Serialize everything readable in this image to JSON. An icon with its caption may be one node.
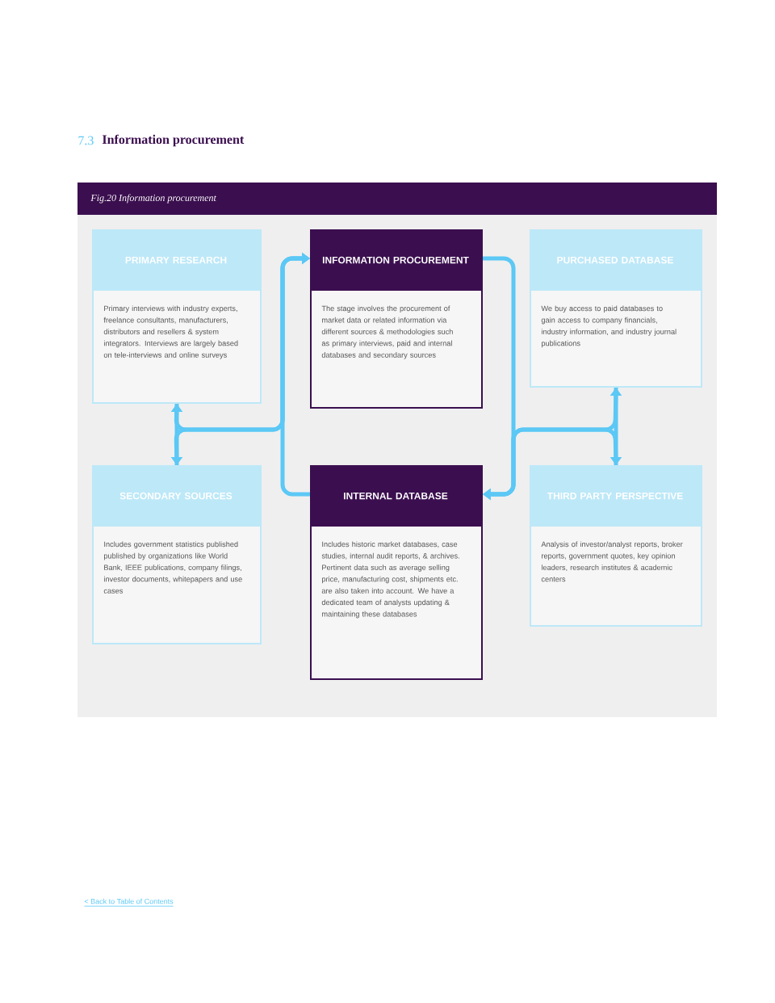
{
  "diagram": {
    "title": "Information procurement",
    "caption": "Fig.20 Information procurement",
    "nodes": [
      {
        "text": [
          "PRIMARY RESEARCH",
          "Primary interviews with industry experts, freelance consultants, manufacturers, distributors and resellers & system integrators. Interviews are largely based on tele-interviews and online surveys"
        ]
      },
      {
        "text": [
          "INFORMATION PROCUREMENT",
          "The stage involves the procurement of market data or related information via different sources & methodologies such as primary interviews, paid and internal databases and secondary sources"
        ]
      },
      {
        "text": [
          "PURCHASED DATABASE",
          "We buy access to paid databases to gain access to company financials, industry information, and industry journal publications"
        ]
      },
      {
        "text": [
          "SECONDARY SOURCES",
          "Includes government statistics published published by organizations like World Bank, IEEE publications, company filings, investor documents, whitepapers and use cases"
        ]
      },
      {
        "text": [
          "INTERNAL DATABASE",
          "Includes historic market databases, case studies, internal audit reports, & archives. Pertinent data such as average selling price, manufacturing cost, shipments etc. are also taken into account. We have a dedicated team of analysts updating & maintaining these databases"
        ]
      },
      {
        "text": [
          "THIRD PARTY PERSPECTIVE",
          "Analysis of investor/analyst reports, broker reports, government quotes, key opinion leaders, research institutes & academic centers"
        ]
      }
    ],
    "edges": [
      {
        "from": 0,
        "to": 3,
        "arrow": "both"
      },
      {
        "from": 0,
        "to": 1,
        "arrow": "to"
      },
      {
        "from": 3,
        "to": 1,
        "arrow": "to"
      },
      {
        "from": 4,
        "to": 1,
        "arrow": "to"
      },
      {
        "from": 1,
        "to": 4,
        "arrow": "to"
      },
      {
        "from": 2,
        "to": 5,
        "arrow": "both"
      },
      {
        "from": 2,
        "to": 4,
        "arrow": "to"
      },
      {
        "from": 5,
        "to": 4,
        "arrow": "to"
      }
    ],
    "labels": [
      "7.3",
      "< Back to Table of Contents"
    ]
  }
}
